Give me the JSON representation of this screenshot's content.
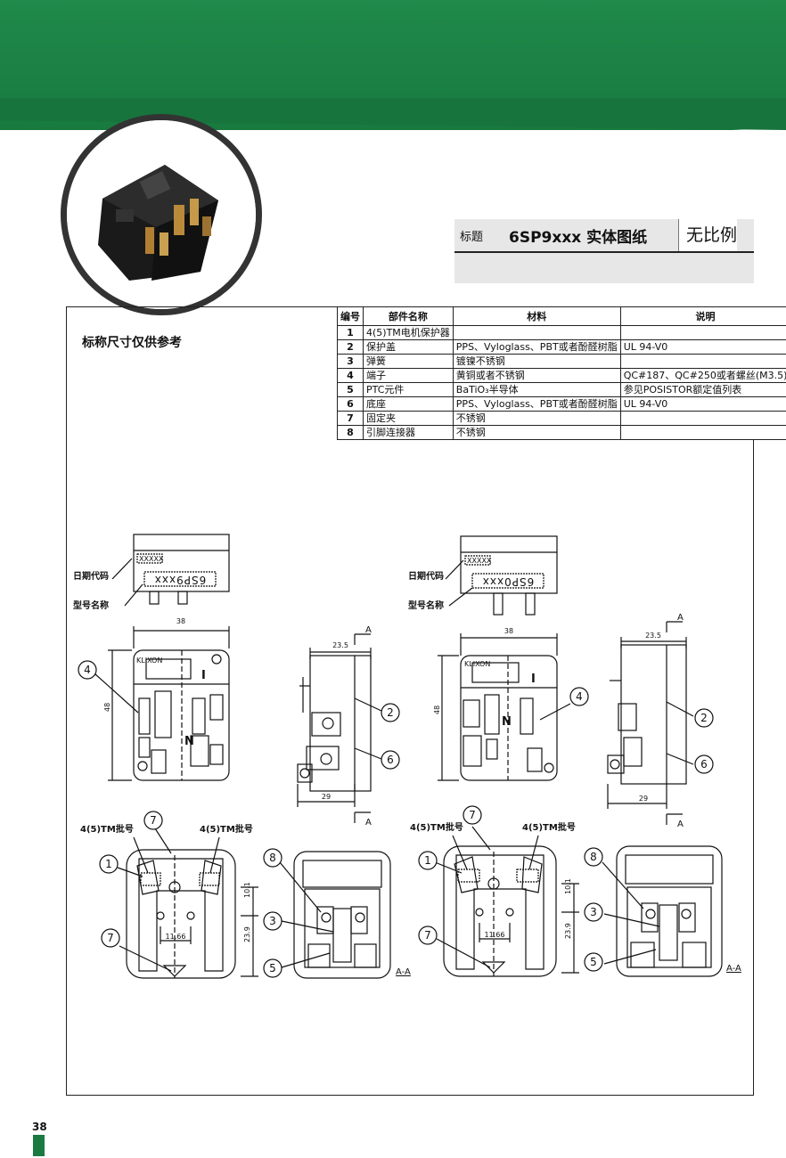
{
  "title_block": {
    "label": "标题",
    "part_title": "6SP9xxx 实体图纸",
    "scale_note": "无比例"
  },
  "reference_note": "标称尺寸仅供参考",
  "parts_table": {
    "headers": [
      "编号",
      "部件名称",
      "材料",
      "说明"
    ],
    "rows": [
      {
        "no": "1",
        "name": "4(5)TM电机保护器",
        "material": "",
        "note": ""
      },
      {
        "no": "2",
        "name": "保护盖",
        "material": "PPS、Vyloglass、PBT或者酚醛树脂",
        "note": "UL 94-V0"
      },
      {
        "no": "3",
        "name": "弹簧",
        "material": "镀镍不锈钢",
        "note": ""
      },
      {
        "no": "4",
        "name": "端子",
        "material": "黄铜或者不锈钢",
        "note": "QC#187、QC#250或者螺丝(M3.5)"
      },
      {
        "no": "5",
        "name": "PTC元件",
        "material": "BaTiO₃半导体",
        "note": "参见POSISTOR额定值列表"
      },
      {
        "no": "6",
        "name": "底座",
        "material": "PPS、Vyloglass、PBT或者酚醛树脂",
        "note": "UL 94-V0"
      },
      {
        "no": "7",
        "name": "固定夹",
        "material": "不锈钢",
        "note": ""
      },
      {
        "no": "8",
        "name": "引脚连接器",
        "material": "不锈钢",
        "note": ""
      }
    ]
  },
  "drawing": {
    "date_code_label": "日期代码",
    "model_name_label": "型号名称",
    "date_code_mark": "XXXXX",
    "model_mark_left": "6SP9xxx",
    "model_mark_right": "6SP0xxx",
    "brand_mark": "KLIXON",
    "terminal_letters": [
      "I",
      "N"
    ],
    "dim_width": "38",
    "dim_height": "48",
    "dim_depth_top": "23.5",
    "dim_depth_bottom": "29",
    "dim_pitch": "11.66",
    "dim_upper": "10.1",
    "dim_lower": "23.9",
    "section_letter": "A",
    "section_label": "A-A",
    "tm_batch_label": "4(5)TM批号",
    "callouts": [
      "1",
      "2",
      "3",
      "4",
      "5",
      "6",
      "7",
      "8"
    ]
  },
  "page_number": "38"
}
